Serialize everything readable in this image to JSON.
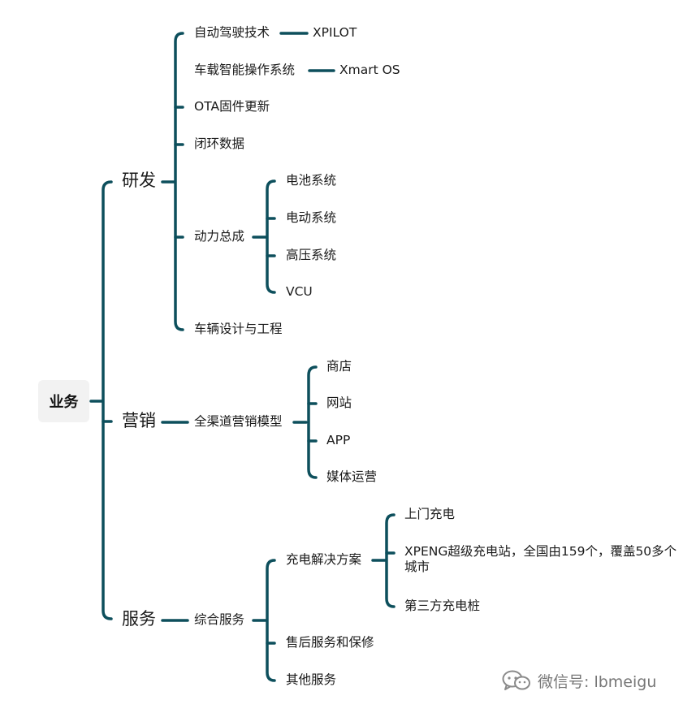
{
  "root": {
    "label": "业务"
  },
  "branches": {
    "rd": {
      "label": "研发",
      "items": {
        "autonomous": "自动驾驶技术",
        "xpilot": "XPILOT",
        "os": "车载智能操作系统",
        "xmart": "Xmart OS",
        "ota": "OTA固件更新",
        "closed_loop": "闭环数据",
        "powertrain": "动力总成",
        "battery": "电池系统",
        "motor": "电动系统",
        "hv": "高压系统",
        "vcu": "VCU",
        "design": "车辆设计与工程"
      }
    },
    "marketing": {
      "label": "营销",
      "items": {
        "omni": "全渠道营销模型",
        "store": "商店",
        "website": "网站",
        "app": "APP",
        "media": "媒体运营"
      }
    },
    "service": {
      "label": "服务",
      "items": {
        "integrated": "综合服务",
        "charging": "充电解决方案",
        "home": "上门充电",
        "supercharge": "XPENG超级充电站，全国由159个，覆盖50多个城市",
        "third_party": "第三方充电桩",
        "after_sales": "售后服务和保修",
        "other": "其他服务"
      }
    }
  },
  "watermark": {
    "text": "微信号: lbmeigu",
    "icon": "wechat-icon"
  },
  "colors": {
    "line": "#0d4f5c",
    "root_bg": "#f2f2f2"
  }
}
